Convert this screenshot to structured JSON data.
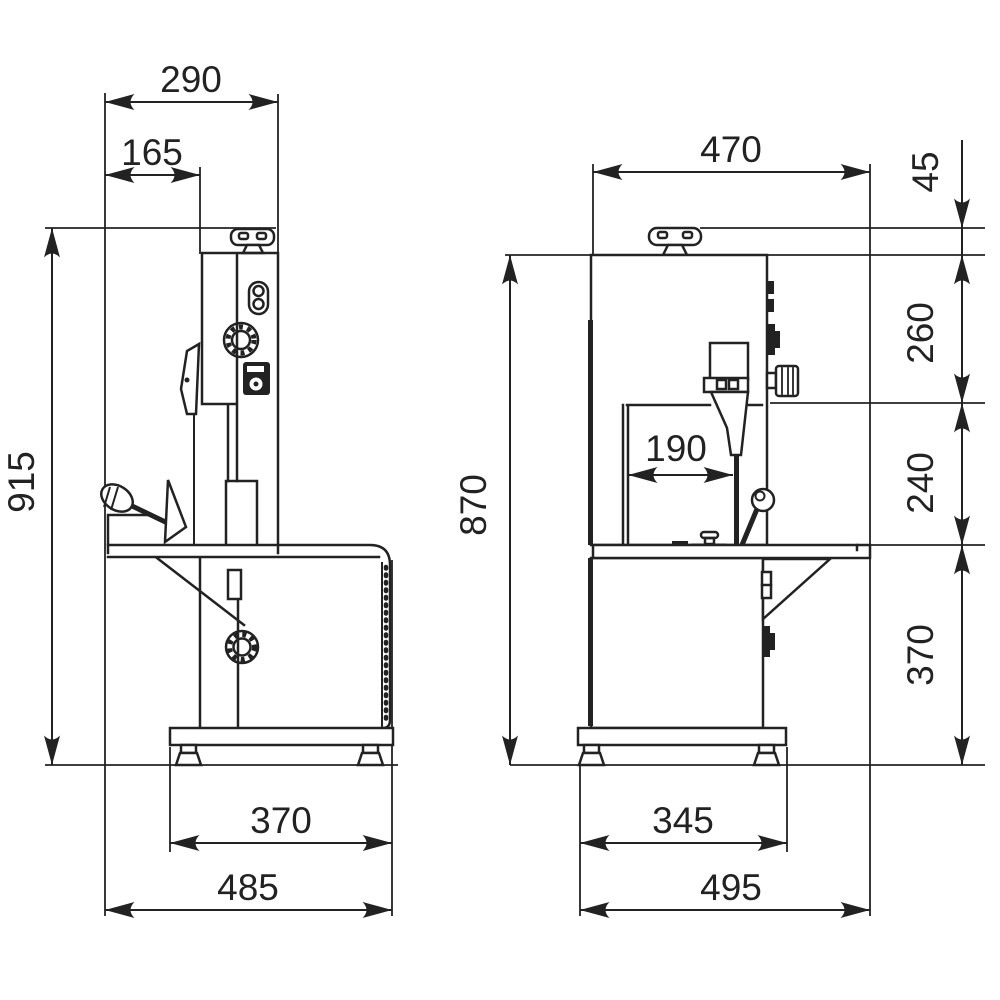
{
  "drawing": {
    "background": "#ffffff",
    "line_color": "#222222"
  },
  "side_view": {
    "dims": {
      "top_depth": "290",
      "upper_depth": "165",
      "overall_height": "915",
      "base_depth": "370",
      "overall_depth": "485"
    }
  },
  "front_view": {
    "dims": {
      "body_width": "470",
      "handwheel_height": "45",
      "upper_height": "260",
      "throat_height": "240",
      "throat_width": "190",
      "lower_height": "370",
      "body_height": "870",
      "base_width": "345",
      "overall_width": "495"
    }
  }
}
